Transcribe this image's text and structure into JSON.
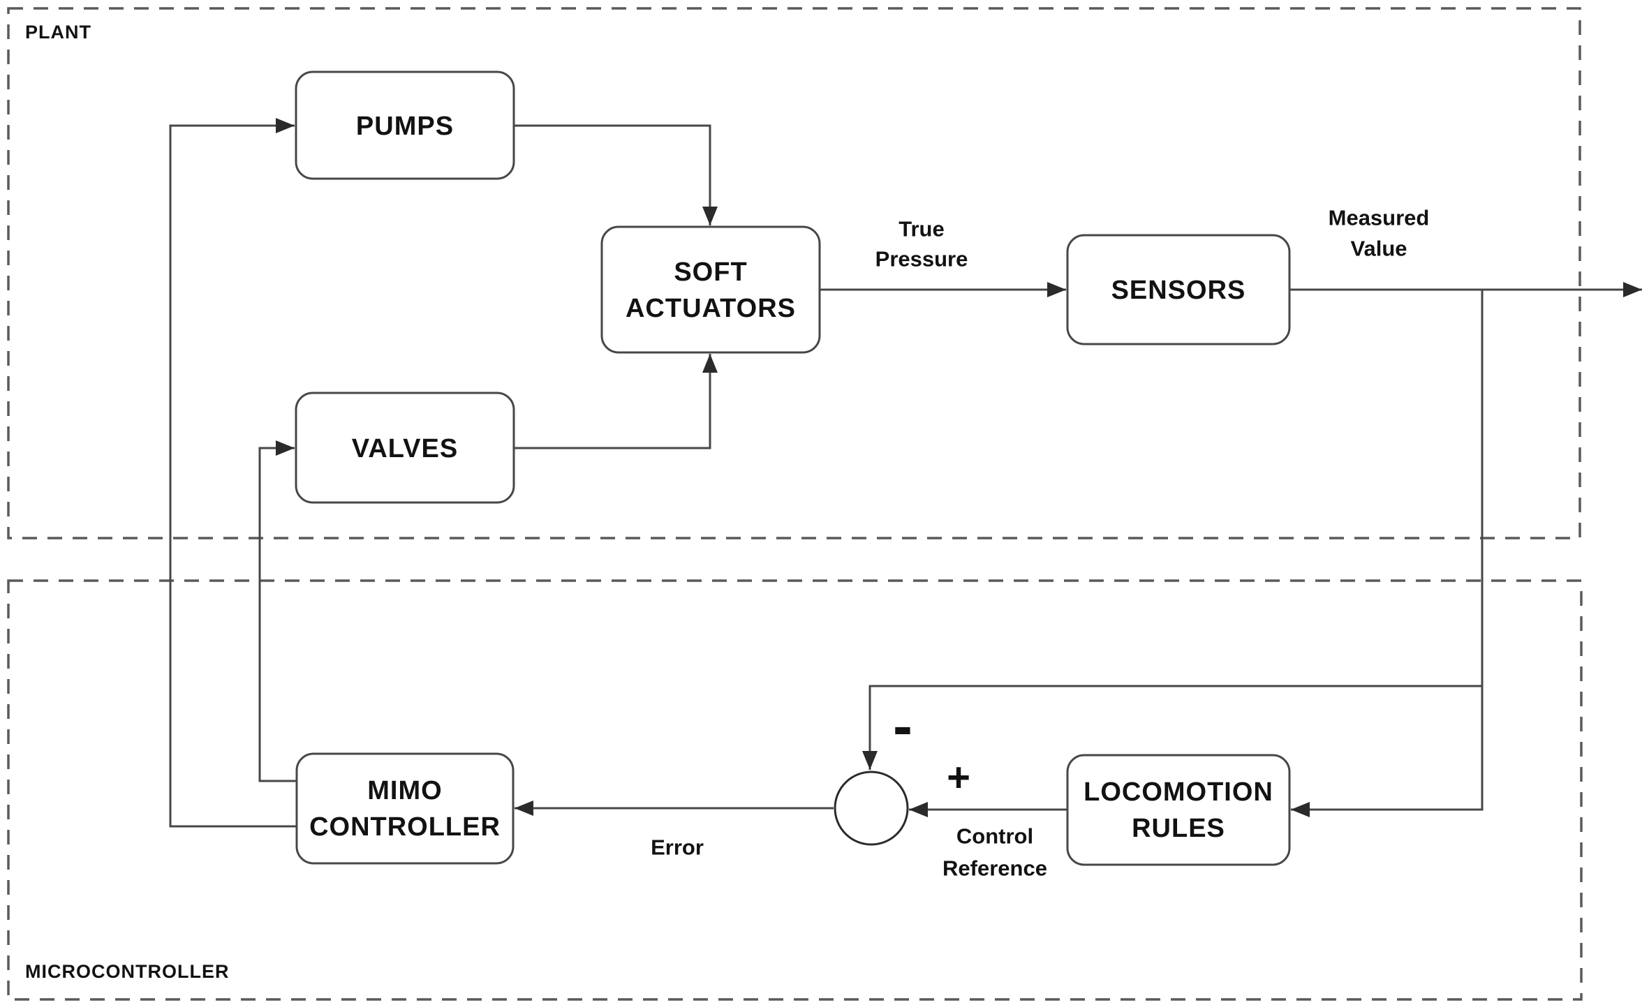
{
  "regions": {
    "plant": {
      "label": "PLANT"
    },
    "microcontroller": {
      "label": "MICROCONTROLLER"
    }
  },
  "blocks": {
    "pumps": {
      "lines": [
        "PUMPS"
      ]
    },
    "soft_actuators": {
      "lines": [
        "SOFT",
        "ACTUATORS"
      ]
    },
    "sensors": {
      "lines": [
        "SENSORS"
      ]
    },
    "valves": {
      "lines": [
        "VALVES"
      ]
    },
    "mimo_controller": {
      "lines": [
        "MIMO",
        "CONTROLLER"
      ]
    },
    "locomotion_rules": {
      "lines": [
        "LOCOMOTION",
        "RULES"
      ]
    }
  },
  "signals": {
    "true_pressure": {
      "lines": [
        "True",
        "Pressure"
      ]
    },
    "measured_value": {
      "lines": [
        "Measured",
        "Value"
      ]
    },
    "error": {
      "lines": [
        "Error"
      ]
    },
    "control_reference": {
      "lines": [
        "Control",
        "Reference"
      ]
    },
    "summing_junction": {
      "minus": "-",
      "plus": "+"
    }
  },
  "colors": {
    "background": "#ffffff",
    "line_color": "#474747",
    "dash_color": "#5a5a5a",
    "text_color": "#121212",
    "block_fill": "#ffffff"
  }
}
